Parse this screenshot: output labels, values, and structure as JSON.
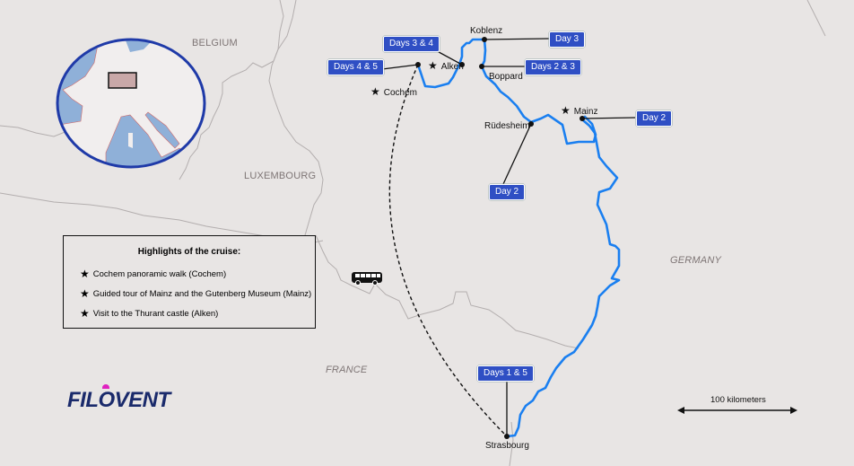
{
  "countries": {
    "belgium": "BELGIUM",
    "luxembourg": "LUXEMBOURG",
    "germany": "GERMANY",
    "france": "FRANCE"
  },
  "cities": {
    "koblenz": "Koblenz",
    "alken": "Alken",
    "cochem": "Cochem",
    "boppard": "Boppard",
    "mainz": "Mainz",
    "rudesheim": "Rüdesheim",
    "strasbourg": "Strasbourg"
  },
  "day_tags": {
    "koblenz": "Day 3",
    "alken": "Days 3 & 4",
    "cochem": "Days 4 & 5",
    "boppard": "Days 2 & 3",
    "mainz": "Day 2",
    "rudesheim": "Day 2",
    "strasbourg": "Days 1 & 5"
  },
  "legend": {
    "title": "Highlights of the cruise:",
    "items": [
      "Cochem panoramic walk (Cochem)",
      "Guided tour of Mainz and the Gutenberg Museum (Mainz)",
      "Visit to the Thurant castle (Alken)"
    ],
    "star_icon": "★"
  },
  "scale": {
    "label": "100 kilometers"
  },
  "logo": {
    "text": "FILOVENT"
  },
  "colors": {
    "river": "#1a7ff0",
    "tag": "#2f4fc4",
    "inset_ring": "#1f3aa8",
    "sea": "#8fb0d8",
    "highlight_box": "#c9a8a8",
    "border": "#b3aeae",
    "background": "#e8e5e4"
  }
}
